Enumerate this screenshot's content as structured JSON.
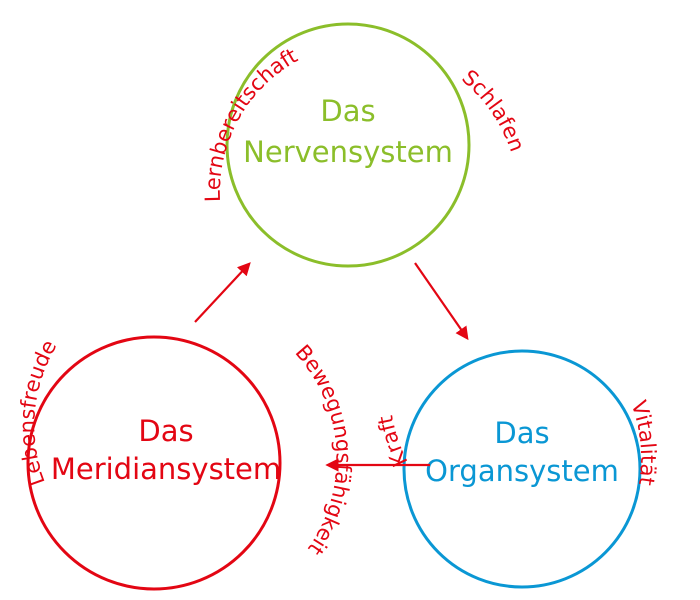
{
  "colors": {
    "nerven": "#8bbe2a",
    "organ": "#0a97d4",
    "meridian": "#e30613",
    "arrow": "#e30613",
    "label": "#e30613"
  },
  "nodes": {
    "nerven": {
      "line1": "Das",
      "line2": "Nervensystem"
    },
    "organ": {
      "line1": "Das",
      "line2": "Organsystem"
    },
    "meridian": {
      "line1": "Das",
      "line2": "Meridiansystem"
    }
  },
  "labels": {
    "lernbereitschaft": "Lernbereitschaft",
    "schlafen": "Schlafen",
    "kraft": "Kraft",
    "vitalitaet": "Vitalität",
    "lebensfreude": "Lebensfreude",
    "bewegungsfaehigkeit": "Bewegungsfähigkeit"
  }
}
